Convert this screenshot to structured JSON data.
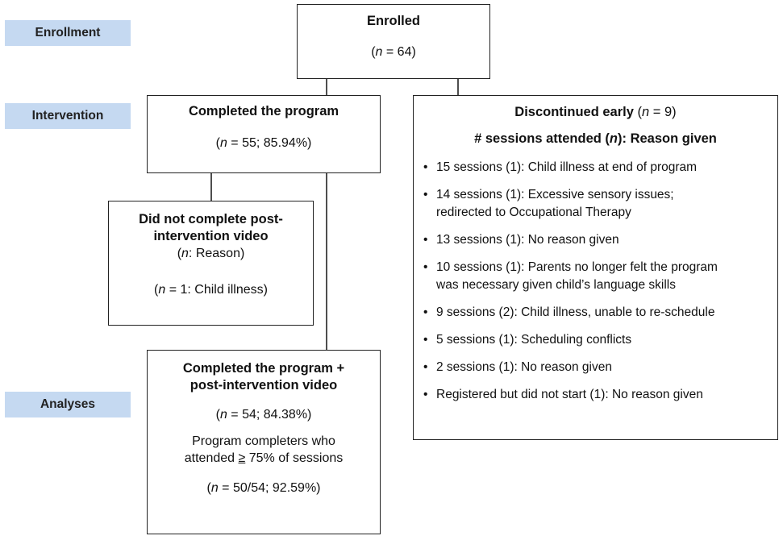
{
  "stages": {
    "enrollment": "Enrollment",
    "intervention": "Intervention",
    "analyses": "Analyses"
  },
  "enrolled": {
    "title": "Enrolled",
    "count_open": "(",
    "n": "n",
    "count_rest": " = 64)"
  },
  "completed": {
    "title": "Completed the program",
    "stat_open": "(",
    "n": "n",
    "stat_rest": " = 55; 85.94%)"
  },
  "no_video": {
    "title_line1": "Did not complete post-",
    "title_line2": "intervention video",
    "reason_open": "(",
    "n": "n",
    "reason_rest": ": Reason)",
    "stat_open": "(",
    "stat_rest": " = 1: Child illness)"
  },
  "completed_video": {
    "title_line1": "Completed the program +",
    "title_line2": "post-intervention video",
    "stat_open": "(",
    "n": "n",
    "stat_rest": " = 54; 84.38%)",
    "completers_line1": "Program completers who",
    "completers_line2_a": "attended ",
    "completers_line2_ge": "≥",
    "completers_line2_b": " 75% of sessions",
    "completers_stat_open": "(",
    "completers_stat_rest": " = 50/54; 92.59%)"
  },
  "discontinued": {
    "title": "Discontinued early",
    "title_stat_open": " (",
    "n": "n",
    "title_stat_rest": " = 9)",
    "subtitle_a": "# sessions attended (",
    "subtitle_n": "n",
    "subtitle_b": "): Reason given",
    "items": [
      {
        "line1": "15 sessions (1): Child illness at end of program",
        "line2": ""
      },
      {
        "line1": "14 sessions (1): Excessive sensory issues;",
        "line2": "redirected to Occupational Therapy"
      },
      {
        "line1": "13 sessions (1): No reason given",
        "line2": ""
      },
      {
        "line1": "10 sessions (1): Parents no longer felt the program",
        "line2": "was necessary given child’s language skills"
      },
      {
        "line1": "9 sessions (2): Child illness, unable to re-schedule",
        "line2": ""
      },
      {
        "line1": "5 sessions (1): Scheduling conflicts",
        "line2": ""
      },
      {
        "line1": "2 sessions (1): No reason given",
        "line2": ""
      },
      {
        "line1": "Registered but did not start (1): No reason given",
        "line2": ""
      }
    ]
  }
}
